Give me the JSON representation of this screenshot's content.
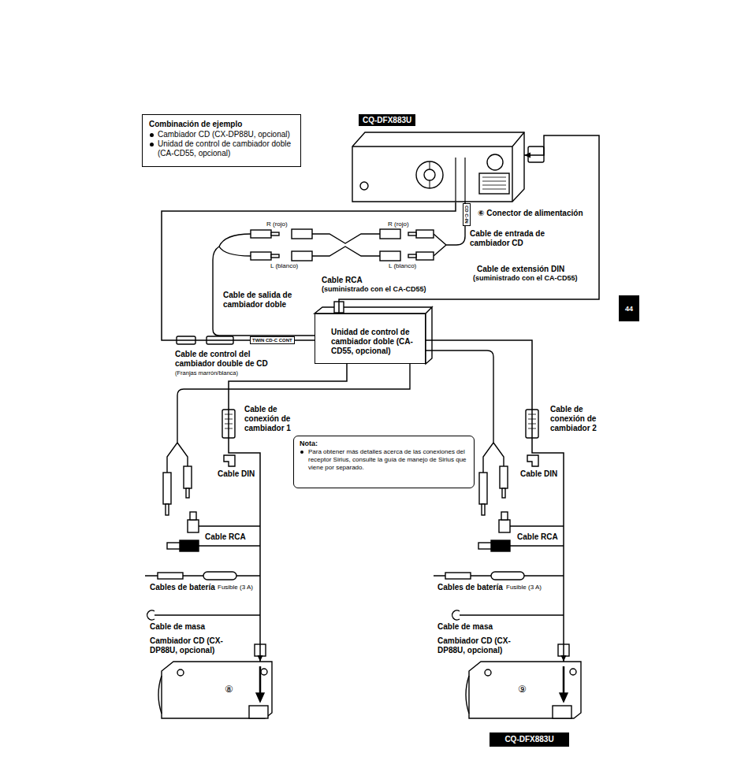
{
  "diagram": {
    "nodes": [
      {
        "text": [
          "Combinación de ejemplo",
          "Cambiador CD (CX-DP88U, opcional)",
          "Unidad de control de cambiador doble (CA-CD55, opcional)"
        ]
      },
      {
        "text": [
          "CQ-DFX883U"
        ]
      },
      {
        "text": [
          "Unidad de control de cambiador doble (CA-CD55, opcional)"
        ]
      },
      {
        "text": [
          "Nota:",
          "Para obtener más detalles acerca de las conexiones del receptor Sirius, consulte la guía de manejo de Sirius que viene por separado."
        ]
      },
      {
        "text": [
          "Cambiador CD (CX-DP88U, opcional)",
          "⑧"
        ]
      },
      {
        "text": [
          "Cambiador CD (CX-DP88U, opcional)",
          "⑨"
        ]
      },
      {
        "text": [
          "44"
        ]
      },
      {
        "text": [
          "CQ-DFX883U"
        ]
      }
    ],
    "edges": [
      {
        "from": 2,
        "to": 1,
        "arrow": "to"
      },
      {
        "from": 1,
        "to": 2,
        "arrow": "none"
      },
      {
        "from": 2,
        "to": 4,
        "arrow": "to"
      },
      {
        "from": 2,
        "to": 5,
        "arrow": "to"
      }
    ],
    "labels": [
      "⑥ Conector de alimentación",
      "CD C-IN",
      "R (rojo)",
      "R (rojo)",
      "Cable de entrada de",
      "cambiador CD",
      "L (blanco)",
      "L (blanco)",
      "Cable de extensión DIN",
      "(suministrado con el CA-CD55)",
      "Cable RCA",
      "(suministrado con el CA-CD55)",
      "Cable de salida de",
      "cambiador doble",
      "TWIN CD-C CONT",
      "Cable de control del",
      "cambiador double de CD",
      "(Franjas marrón/blanca)",
      "Cable de",
      "conexión de",
      "cambiador 1",
      "Cable de",
      "conexión de",
      "cambiador 2",
      "Cable DIN",
      "Cable DIN",
      "Cable RCA",
      "Cable RCA",
      "Cables de batería",
      "Fusible (3 A)",
      "Cables de batería",
      "Fusible (3 A)",
      "Cable de masa",
      "Cable de masa"
    ]
  }
}
